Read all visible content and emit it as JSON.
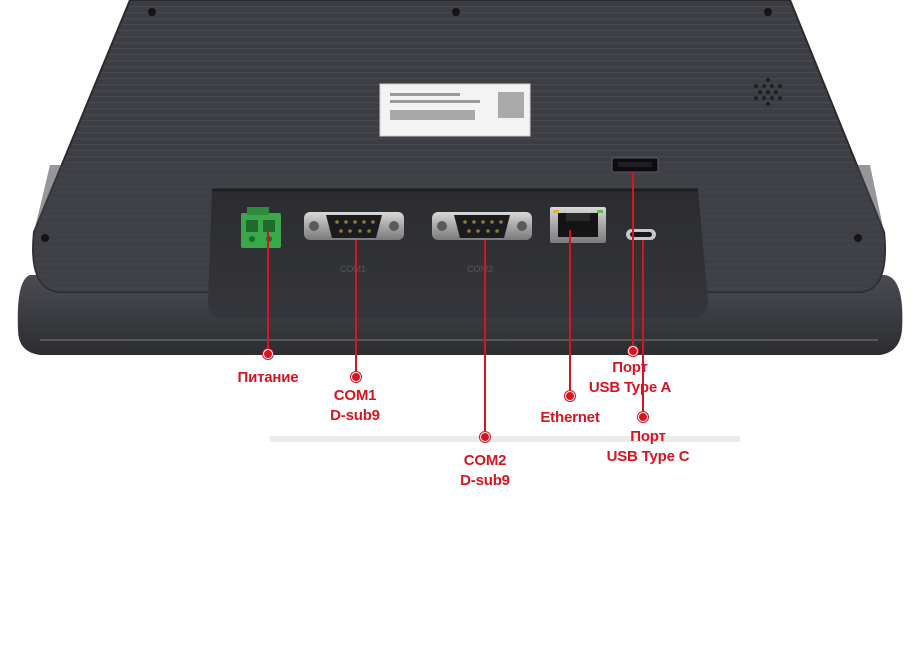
{
  "port_silkscreen": {
    "com1": "COM1",
    "com2": "COM2"
  },
  "callouts": {
    "power": "Питание",
    "com1": "COM1\nD-sub9",
    "com2": "COM2\nD-sub9",
    "ethernet": "Ethernet",
    "usb_a": "Порт\nUSB Type A",
    "usb_c": "Порт\nUSB Type C"
  },
  "colors": {
    "callout": "#d81420",
    "housing": "#3b3d42",
    "terminal_block": "#3aa84a"
  }
}
